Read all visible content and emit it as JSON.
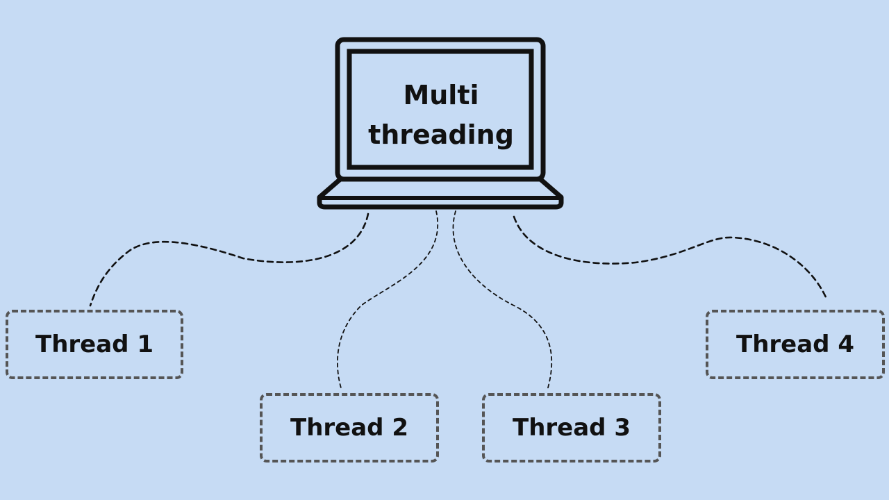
{
  "theme": {
    "background": "#c6dbf4",
    "ink": "#111111",
    "box_border": "#555555"
  },
  "diagram": {
    "center": {
      "icon": "laptop-icon",
      "title_line_1": "Multi",
      "title_line_2": "threading"
    },
    "threads": [
      {
        "label": "Thread 1"
      },
      {
        "label": "Thread 2"
      },
      {
        "label": "Thread 3"
      },
      {
        "label": "Thread 4"
      }
    ]
  }
}
